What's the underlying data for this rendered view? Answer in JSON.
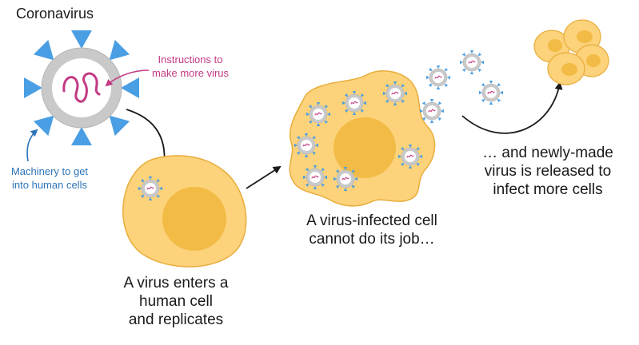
{
  "labels": {
    "title": "Coronavirus",
    "instructions": "Instructions to\nmake more virus",
    "machinery": "Machinery to get\ninto human cells",
    "step1": "A virus enters a\nhuman cell\nand replicates",
    "step2": "A virus-infected cell\ncannot do its job…",
    "step3": "… and newly-made\nvirus is released to\ninfect more cells"
  },
  "colors": {
    "spike": "#4a9ee3",
    "virus_shell": "#c8c8c8",
    "rna": "#c23a83",
    "cell_fill": "#fcd27a",
    "cell_stroke": "#e8ad3c",
    "nucleus": "#f2bb45",
    "annotation_blue": "#2e74b8"
  }
}
